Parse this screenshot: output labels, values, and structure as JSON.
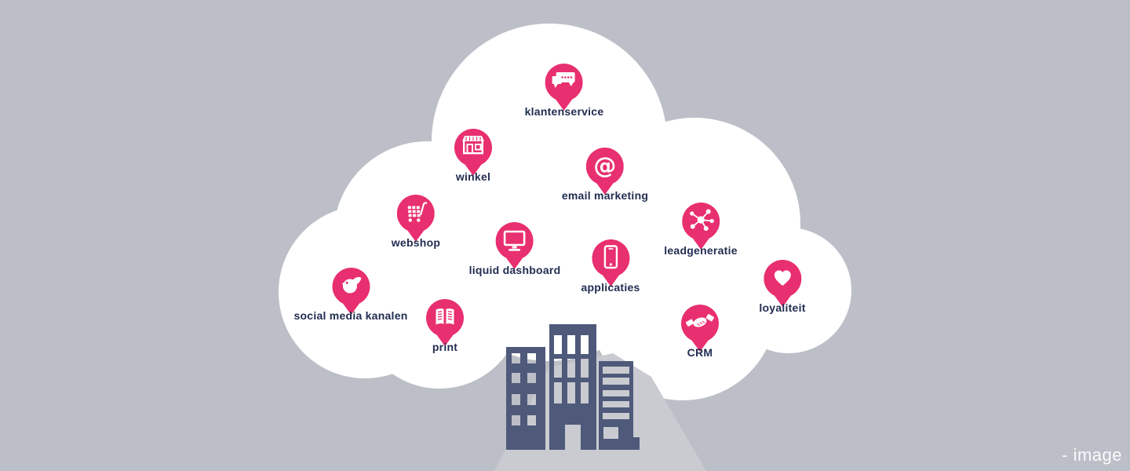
{
  "pins": [
    {
      "label": "klantenservice",
      "icon": "chat-bubbles-icon"
    },
    {
      "label": "winkel",
      "icon": "storefront-icon"
    },
    {
      "label": "email marketing",
      "icon": "at-sign-icon"
    },
    {
      "label": "webshop",
      "icon": "shopping-cart-icon"
    },
    {
      "label": "liquid dashboard",
      "icon": "monitor-icon"
    },
    {
      "label": "applicaties",
      "icon": "smartphone-icon"
    },
    {
      "label": "leadgeneratie",
      "icon": "network-hub-icon"
    },
    {
      "label": "social media kanalen",
      "icon": "bird-icon"
    },
    {
      "label": "print",
      "icon": "open-book-icon"
    },
    {
      "label": "CRM",
      "icon": "handshake-icon"
    },
    {
      "label": "loyaliteit",
      "icon": "heart-icon"
    }
  ],
  "watermark": {
    "text": "- image"
  },
  "at_sign": "@",
  "colors": {
    "background": "#bcbfc7",
    "cloud": "#ffffff",
    "pin": "#e82f6f",
    "label": "#222d52",
    "building": "#4f597a",
    "hill": "#c9cbd1"
  }
}
